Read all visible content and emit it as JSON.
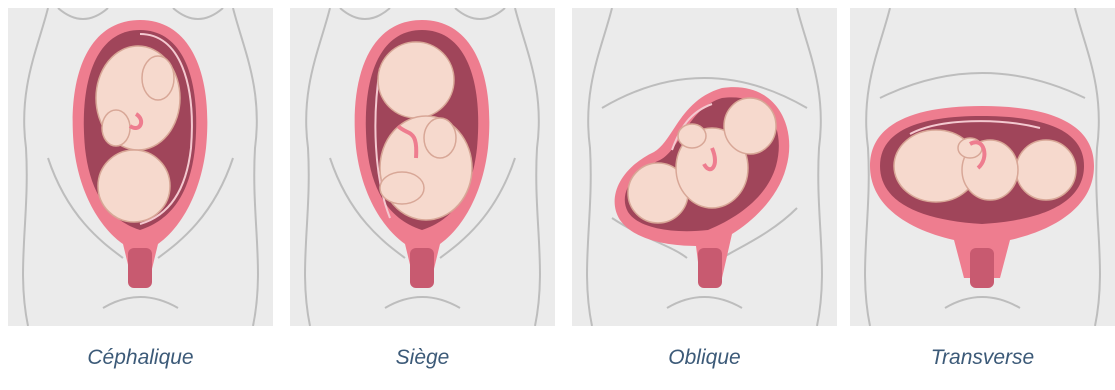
{
  "colors": {
    "background_panel": "#ebebeb",
    "body_outline": "#bdbdbd",
    "uterus_wall": "#ee7d8f",
    "uterus_edge": "#f7b3bf",
    "amniotic_cavity": "#a0455a",
    "membrane": "#f4c9d0",
    "fetus_skin": "#f6d9cd",
    "fetus_outline": "#d8a797",
    "cord": "#ee7d8f",
    "caption_text": "#3c5a78"
  },
  "panels": [
    {
      "label": "Céphalique",
      "position": "cephalic"
    },
    {
      "label": "Siège",
      "position": "breech"
    },
    {
      "label": "Oblique",
      "position": "oblique"
    },
    {
      "label": "Transverse",
      "position": "transverse"
    }
  ]
}
